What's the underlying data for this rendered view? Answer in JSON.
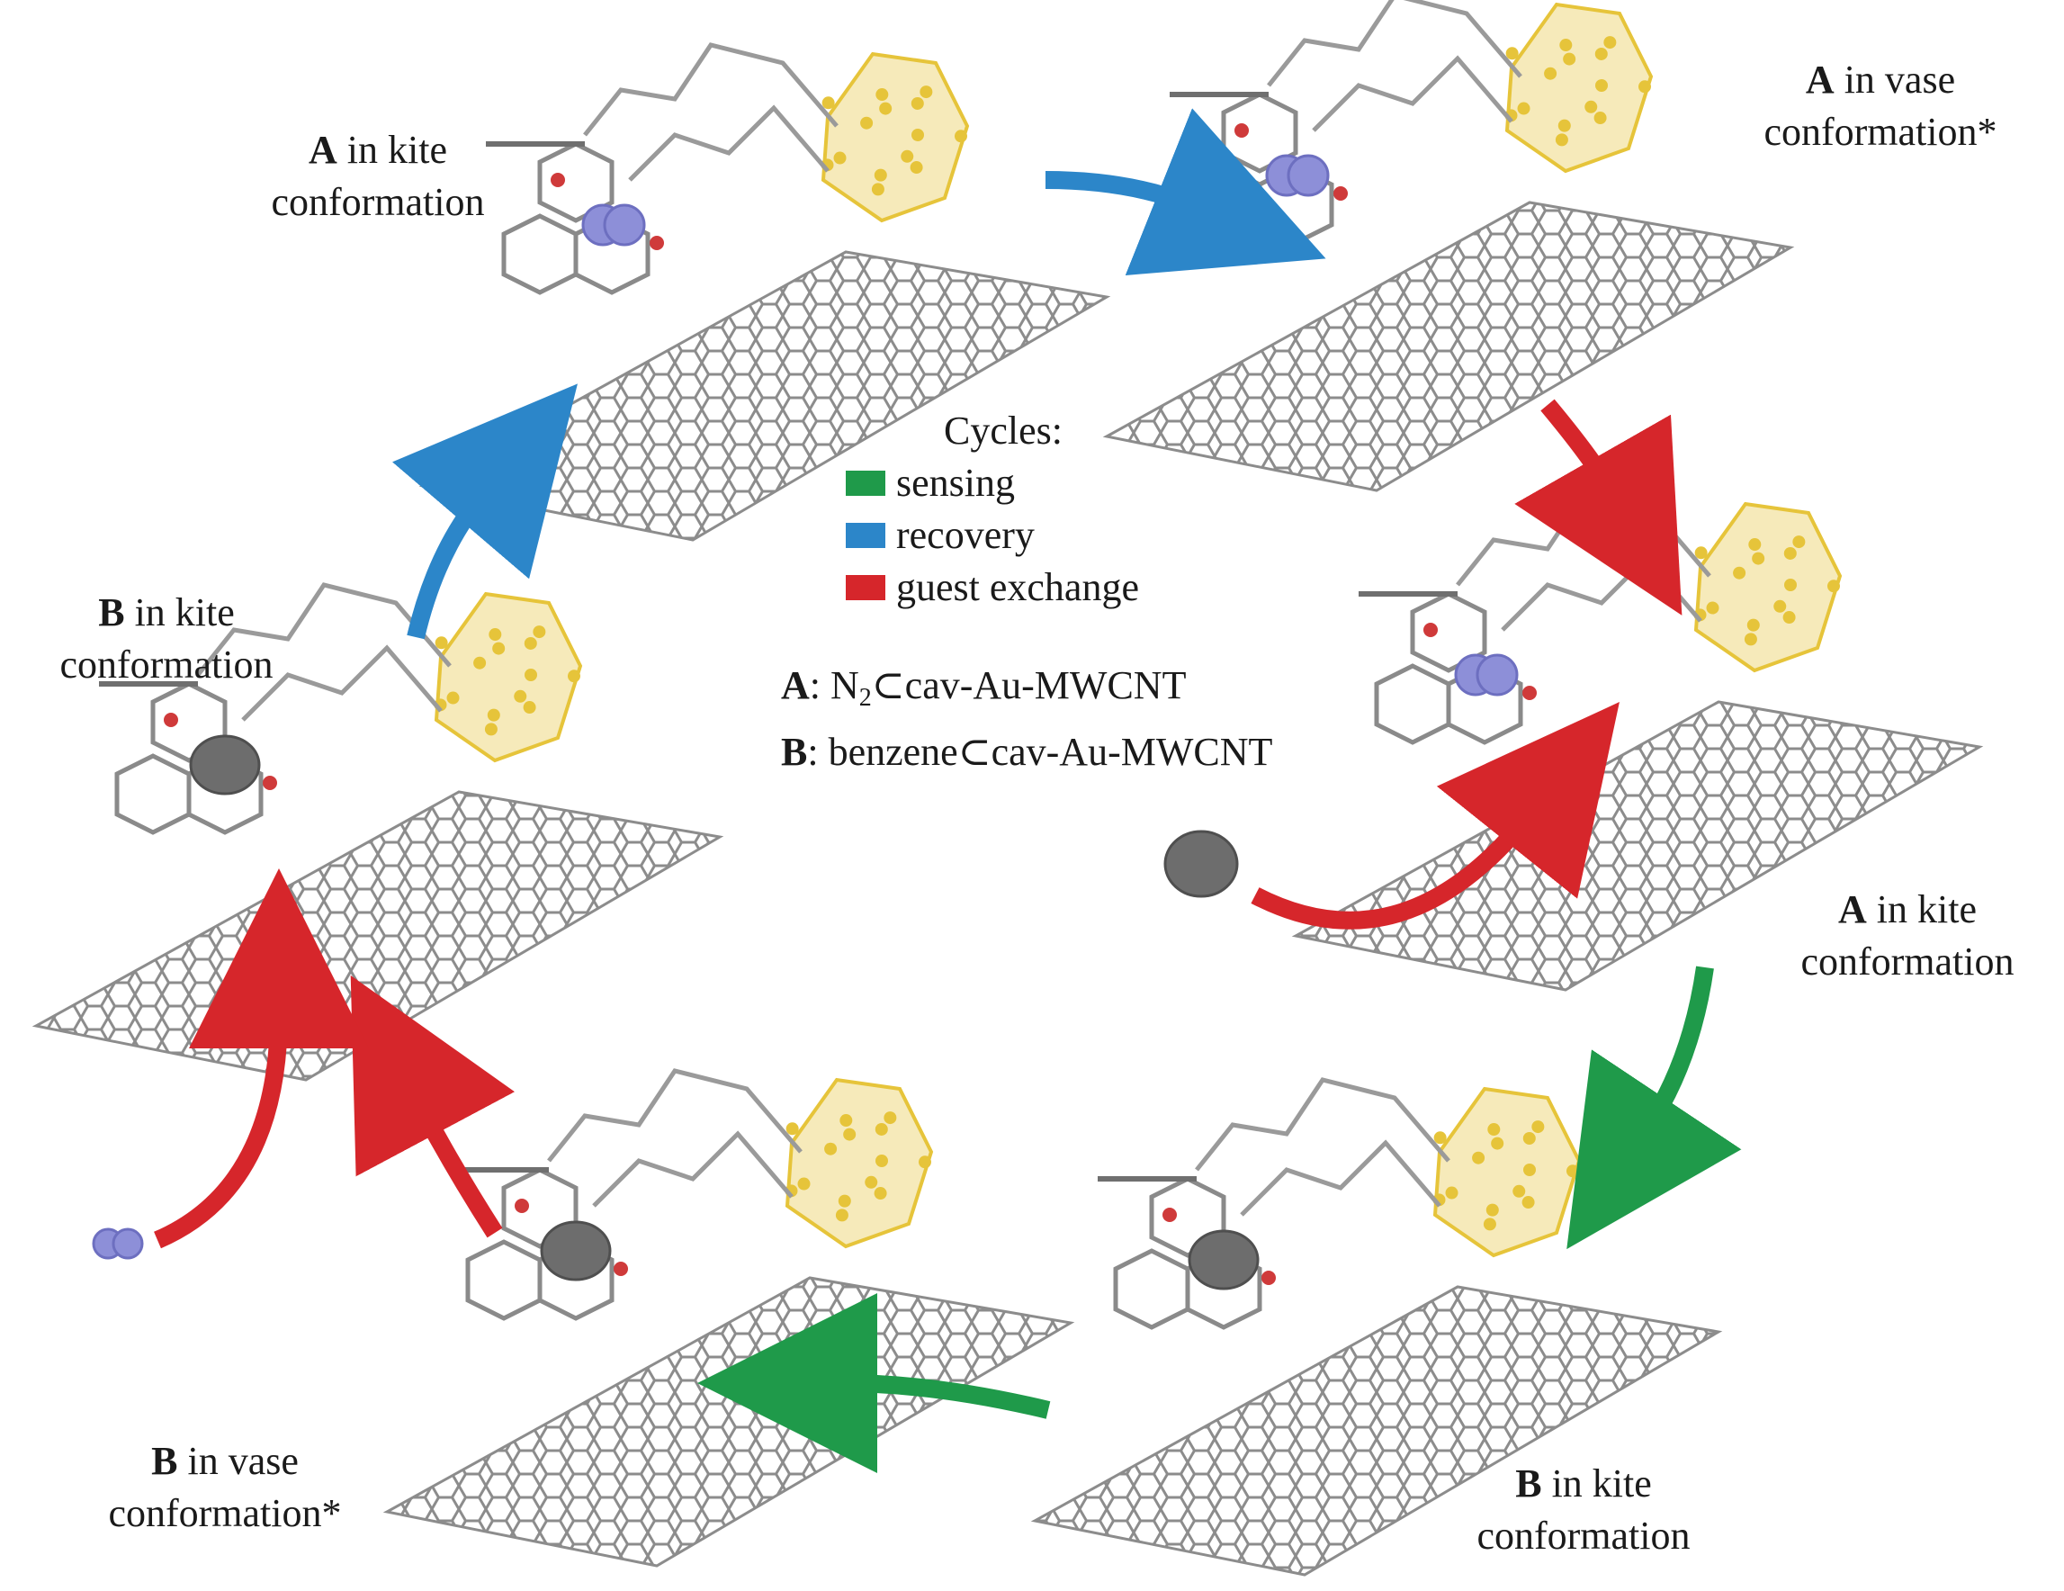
{
  "colors": {
    "sensing": "#1f9a4a",
    "recovery": "#2c86c9",
    "guest_exchange": "#d6262b",
    "gold": "#e6c43a",
    "n2": "#8d8fd8",
    "benzene": "#6d6d6d",
    "graphene": "#8c8c8c"
  },
  "labels": {
    "top_left": {
      "letter": "A",
      "line1": "in kite",
      "line2": "conformation"
    },
    "top_right": {
      "letter": "A",
      "line1": "in vase",
      "line2": "conformation*"
    },
    "right": {
      "letter": "A",
      "line1": "in kite",
      "line2": "conformation"
    },
    "bottom_right": {
      "letter": "B",
      "line1": "in kite",
      "line2": "conformation"
    },
    "bottom_left": {
      "letter": "B",
      "line1": "in vase",
      "line2": "conformation*"
    },
    "left": {
      "letter": "B",
      "line1": "in kite",
      "line2": "conformation"
    }
  },
  "legend": {
    "title": "Cycles:",
    "items": [
      {
        "label": "sensing",
        "color": "#1f9a4a"
      },
      {
        "label": "recovery",
        "color": "#2c86c9"
      },
      {
        "label": "guest exchange",
        "color": "#d6262b"
      }
    ]
  },
  "definitions": {
    "a_letter": "A",
    "a_colon": ":",
    "a_n": "N",
    "a_sub": "2",
    "a_rest": "⊂cav-Au-MWCNT",
    "b_letter": "B",
    "b_colon": ":",
    "b_rest": "benzene⊂cav-Au-MWCNT"
  }
}
